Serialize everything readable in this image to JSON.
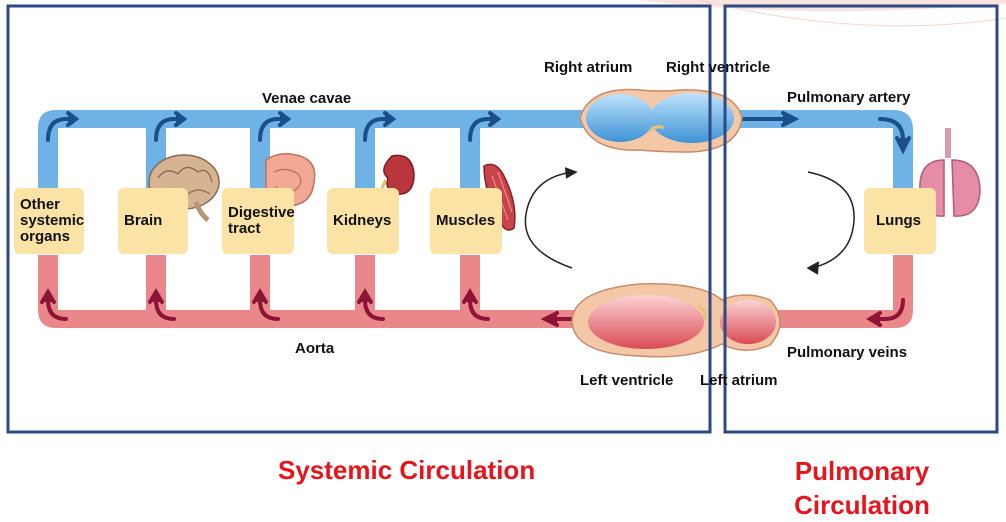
{
  "labels": {
    "venae_cavae": "Venae cavae",
    "aorta": "Aorta",
    "right_atrium": "Right atrium",
    "right_ventricle": "Right ventricle",
    "left_ventricle": "Left ventricle",
    "left_atrium": "Left atrium",
    "pulmonary_artery": "Pulmonary artery",
    "pulmonary_veins": "Pulmonary veins"
  },
  "organs": {
    "other": "Other systemic organs",
    "brain": "Brain",
    "digestive": "Digestive tract",
    "kidneys": "Kidneys",
    "muscles": "Muscles",
    "lungs": "Lungs"
  },
  "captions": {
    "systemic": "Systemic Circulation",
    "pulmonary": "Pulmonary Circulation"
  },
  "colors": {
    "deoxygenated": "#6fb2e6",
    "deoxygenated_arrow": "#1a4f8c",
    "oxygenated": "#e9878a",
    "oxygenated_arrow": "#8e1436",
    "organ_box": "#fbe3a6",
    "frame": "#2c4a86",
    "caption": "#e8141b"
  }
}
